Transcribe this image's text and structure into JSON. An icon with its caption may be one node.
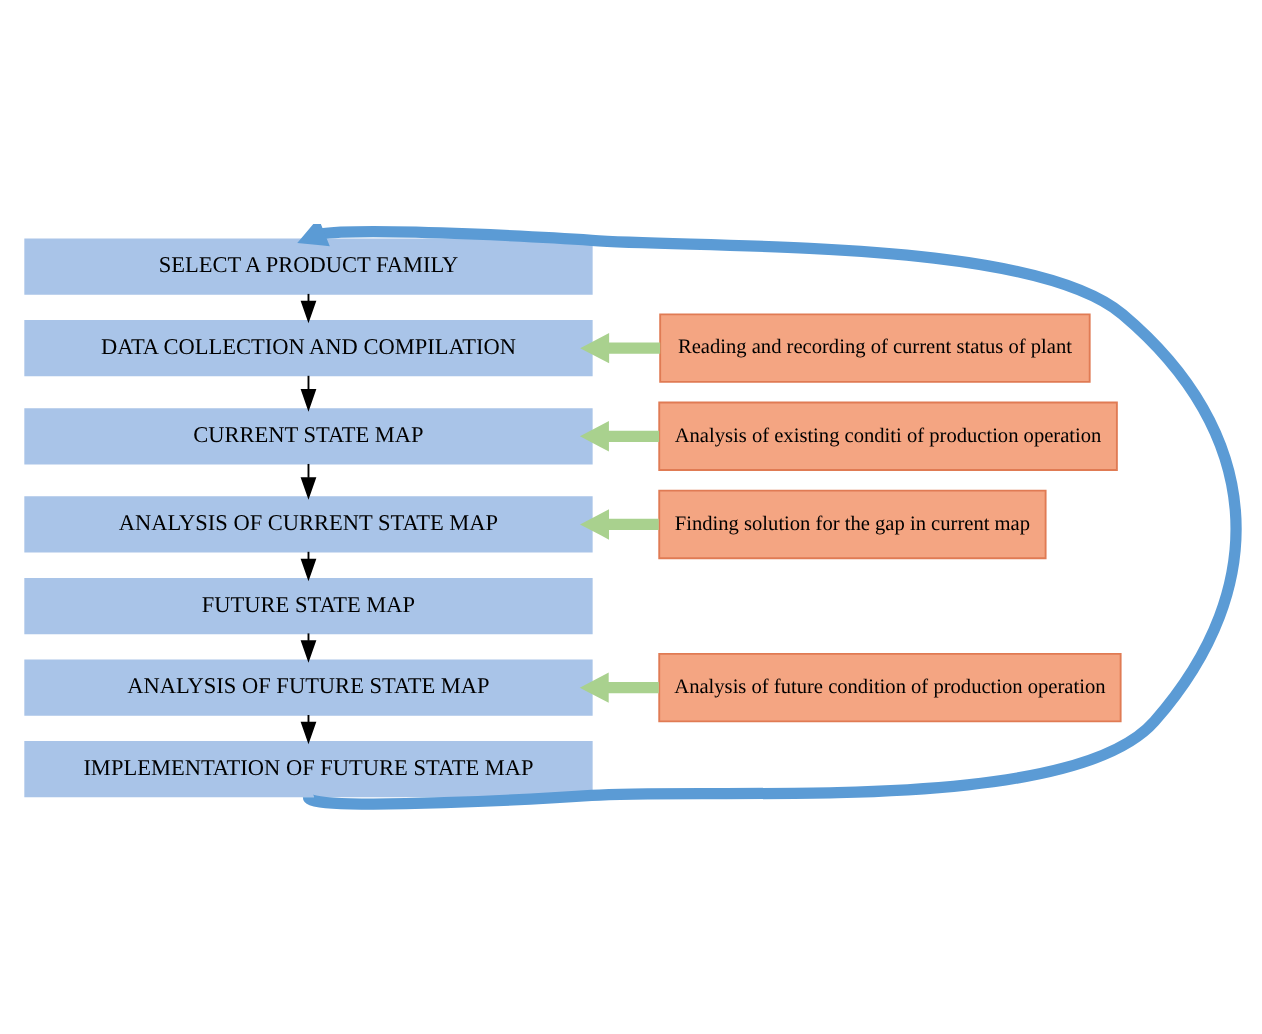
{
  "diagram": {
    "nodes": [
      {
        "text": [
          "SELECT A PRODUCT FAMILY"
        ]
      },
      {
        "text": [
          "DATA COLLECTION AND COMPILATION"
        ]
      },
      {
        "text": [
          "CURRENT STATE MAP"
        ]
      },
      {
        "text": [
          "ANALYSIS OF CURRENT STATE MAP"
        ]
      },
      {
        "text": [
          "FUTURE STATE MAP"
        ]
      },
      {
        "text": [
          "ANALYSIS OF FUTURE STATE MAP"
        ]
      },
      {
        "text": [
          "IMPLEMENTATION OF FUTURE STATE MAP"
        ]
      },
      {
        "text": [
          "Reading and recording of current status of plant"
        ]
      },
      {
        "text": [
          "Analysis of existing conditi of production operation"
        ]
      },
      {
        "text": [
          "Finding solution for the gap in current map"
        ]
      },
      {
        "text": [
          "Analysis of future condition of production operation"
        ]
      }
    ],
    "edges": [
      {
        "from": 0,
        "to": 1,
        "arrow": "to"
      },
      {
        "from": 1,
        "to": 2,
        "arrow": "to"
      },
      {
        "from": 2,
        "to": 3,
        "arrow": "to"
      },
      {
        "from": 3,
        "to": 4,
        "arrow": "to"
      },
      {
        "from": 4,
        "to": 5,
        "arrow": "to"
      },
      {
        "from": 5,
        "to": 6,
        "arrow": "to"
      },
      {
        "from": 6,
        "to": 0,
        "arrow": "to",
        "style": "thick",
        "color": "#5b9bd5"
      },
      {
        "from": 7,
        "to": 1,
        "arrow": "to",
        "style": "thick",
        "color": "#a9d18e"
      },
      {
        "from": 8,
        "to": 2,
        "arrow": "to",
        "style": "thick",
        "color": "#a9d18e"
      },
      {
        "from": 9,
        "to": 3,
        "arrow": "to",
        "style": "thick",
        "color": "#a9d18e"
      },
      {
        "from": 10,
        "to": 5,
        "arrow": "to",
        "style": "thick",
        "color": "#a9d18e"
      }
    ]
  }
}
